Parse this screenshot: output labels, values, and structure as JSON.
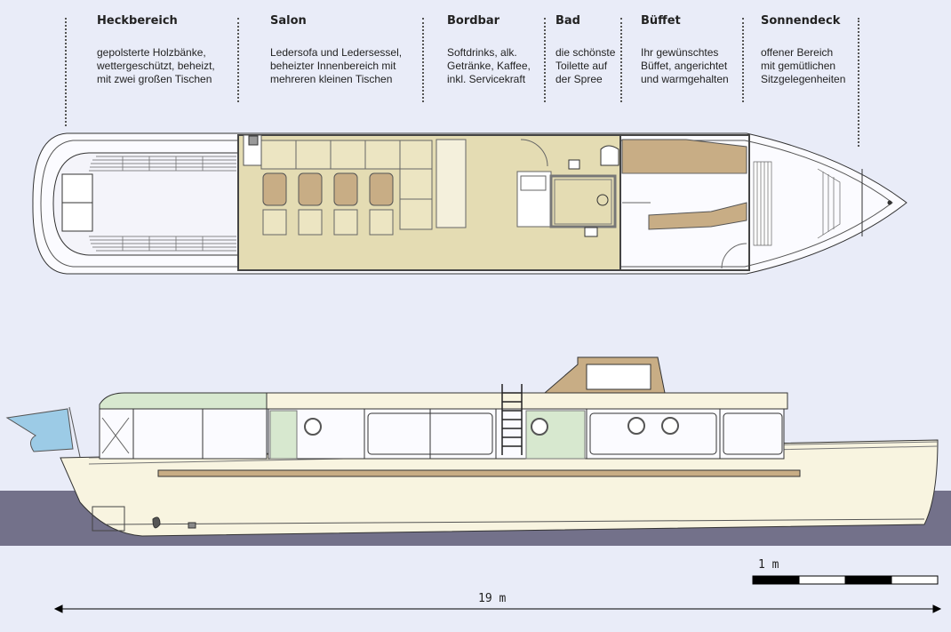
{
  "sections": [
    {
      "title": "Heckbereich",
      "text": "gepolsterte Holzbänke,\nwettergeschützt, beheizt,\nmit zwei großen Tischen"
    },
    {
      "title": "Salon",
      "text": "Ledersofa und Ledersessel,\nbeheizter Innenbereich mit\nmehreren kleinen Tischen"
    },
    {
      "title": "Bordbar",
      "text": "Softdrinks, alk.\nGetränke, Kaffee,\ninkl. Servicekraft"
    },
    {
      "title": "Bad",
      "text": "die schönste\nToilette auf\nder Spree"
    },
    {
      "title": "Büffet",
      "text": "Ihr gewünschtes\nBüffet, angerichtet\nund warmgehalten"
    },
    {
      "title": "Sonnendeck",
      "text": "offener Bereich\nmit gemütlichen\nSitzgelegenheiten"
    }
  ],
  "scale": {
    "label": "1 m"
  },
  "length": {
    "label": "19 m"
  },
  "colors": {
    "background": "#e9ecf8",
    "salon_floor": "#e4dcb3",
    "buffet_floor": "#c8ad85",
    "water": "#73718a",
    "hull": "#f8f4e0",
    "window_green": "#d7e8cf",
    "flag": "#9ccbe6"
  }
}
